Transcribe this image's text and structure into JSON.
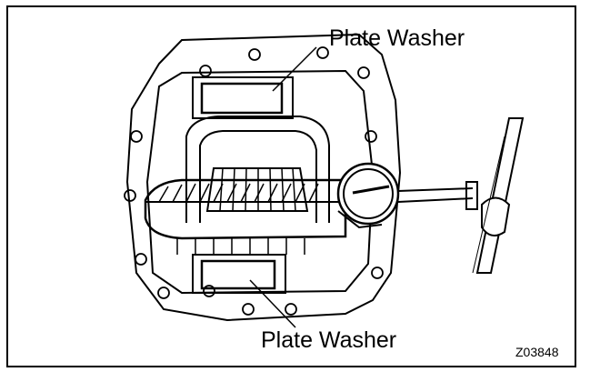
{
  "labels": {
    "top": "Plate Washer",
    "bottom": "Plate Washer"
  },
  "figure_code": "Z03848"
}
